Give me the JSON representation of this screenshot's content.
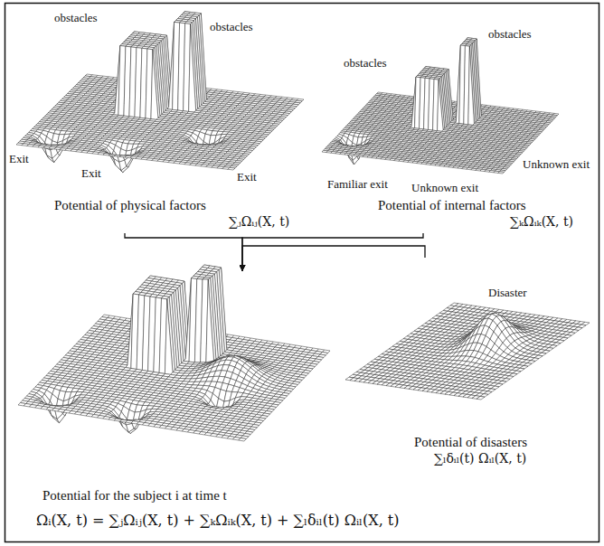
{
  "diagram": {
    "nodes": [
      {
        "text": [
          "Potential of physical factors",
          "∑ⱼΩᵢⱼ(X, t)"
        ]
      },
      {
        "text": [
          "Potential of internal factors",
          "∑ₖΩᵢₖ(X, t)"
        ]
      },
      {
        "text": [
          "Potential for the subject i at time t"
        ]
      },
      {
        "text": [
          "Potential of disasters",
          "∑ₗδᵢₗ(t) Ωᵢₗ(X, t)"
        ]
      }
    ],
    "edges": [
      {
        "from": 0,
        "to": 2,
        "arrow": "to"
      },
      {
        "from": 1,
        "to": 2,
        "arrow": "to"
      },
      {
        "from": 3,
        "to": 2,
        "arrow": "to"
      }
    ],
    "labels": [
      "obstacles",
      "obstacles",
      "Exit",
      "Exit",
      "Exit",
      "obstacles",
      "obstacles",
      "Familiar exit",
      "Unknown exit",
      "Unknown exit",
      "Disaster",
      "Ωᵢ(X, t) = ∑ⱼΩᵢⱼ(X, t) + ∑ₖΩᵢₖ(X, t) + ∑ₗδᵢₗ(t) Ωᵢₗ(X, t)"
    ]
  }
}
